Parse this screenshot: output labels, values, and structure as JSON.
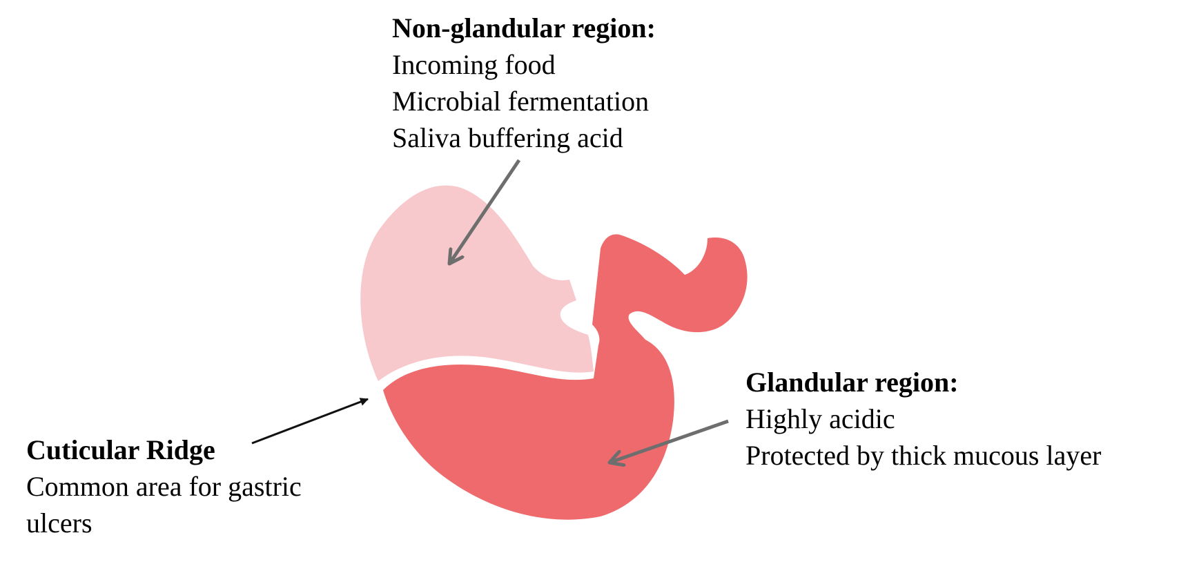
{
  "colors": {
    "non_glandular_fill": "#f7c8cc",
    "glandular_fill": "#ef6a6d",
    "grey_arrow": "#6e6e6e",
    "black_arrow": "#111111",
    "background": "#ffffff"
  },
  "non_glandular": {
    "title": "Non-glandular region:",
    "lines": [
      "Incoming food",
      "Microbial fermentation",
      "Saliva buffering acid"
    ]
  },
  "glandular": {
    "title": "Glandular region:",
    "lines": [
      "Highly acidic",
      "Protected by thick mucous layer"
    ]
  },
  "cuticular": {
    "title": "Cuticular Ridge",
    "lines": [
      "Common area for gastric",
      "ulcers"
    ]
  }
}
